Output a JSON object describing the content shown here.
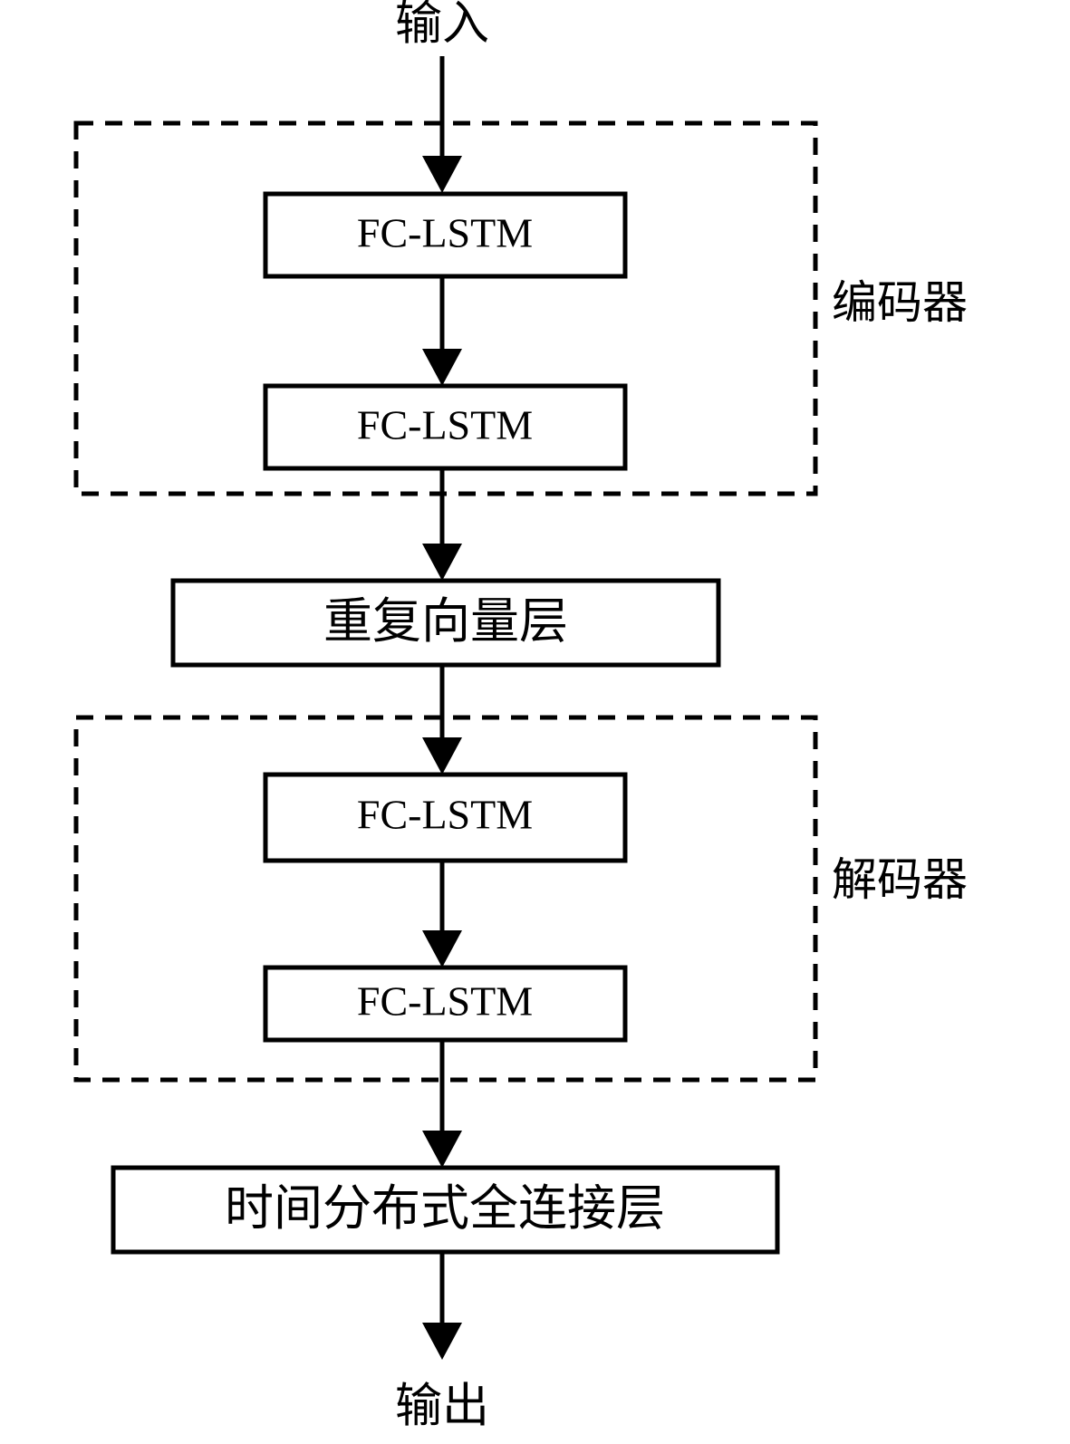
{
  "diagram": {
    "title": "Encoder-Decoder FC-LSTM Sequence Model",
    "type": "flowchart",
    "orientation": "top-to-bottom",
    "colors": {
      "background": "#ffffff",
      "stroke": "#000000",
      "box_fill": "#ffffff"
    },
    "endpoints": {
      "input_label": "输入",
      "output_label": "输出"
    },
    "groups": [
      {
        "id": "encoder",
        "label": "编码器",
        "style": "dashed",
        "contains": [
          "encoder-lstm-1",
          "encoder-lstm-2"
        ]
      },
      {
        "id": "decoder",
        "label": "解码器",
        "style": "dashed",
        "contains": [
          "decoder-lstm-1",
          "decoder-lstm-2"
        ]
      }
    ],
    "nodes": [
      {
        "id": "encoder-lstm-1",
        "label": "FC-LSTM",
        "shape": "rect",
        "script": "latin"
      },
      {
        "id": "encoder-lstm-2",
        "label": "FC-LSTM",
        "shape": "rect",
        "script": "latin"
      },
      {
        "id": "repeat-vector",
        "label": "重复向量层",
        "shape": "rect",
        "script": "cjk"
      },
      {
        "id": "decoder-lstm-1",
        "label": "FC-LSTM",
        "shape": "rect",
        "script": "latin"
      },
      {
        "id": "decoder-lstm-2",
        "label": "FC-LSTM",
        "shape": "rect",
        "script": "latin"
      },
      {
        "id": "time-distributed-dense",
        "label": "时间分布式全连接层",
        "shape": "rect",
        "script": "cjk"
      }
    ],
    "edges": [
      {
        "from": "输入",
        "to": "encoder-lstm-1",
        "arrow": true
      },
      {
        "from": "encoder-lstm-1",
        "to": "encoder-lstm-2",
        "arrow": true
      },
      {
        "from": "encoder-lstm-2",
        "to": "repeat-vector",
        "arrow": true
      },
      {
        "from": "repeat-vector",
        "to": "decoder-lstm-1",
        "arrow": true
      },
      {
        "from": "decoder-lstm-1",
        "to": "decoder-lstm-2",
        "arrow": true
      },
      {
        "from": "decoder-lstm-2",
        "to": "time-distributed-dense",
        "arrow": true
      },
      {
        "from": "time-distributed-dense",
        "to": "输出",
        "arrow": true
      }
    ]
  }
}
